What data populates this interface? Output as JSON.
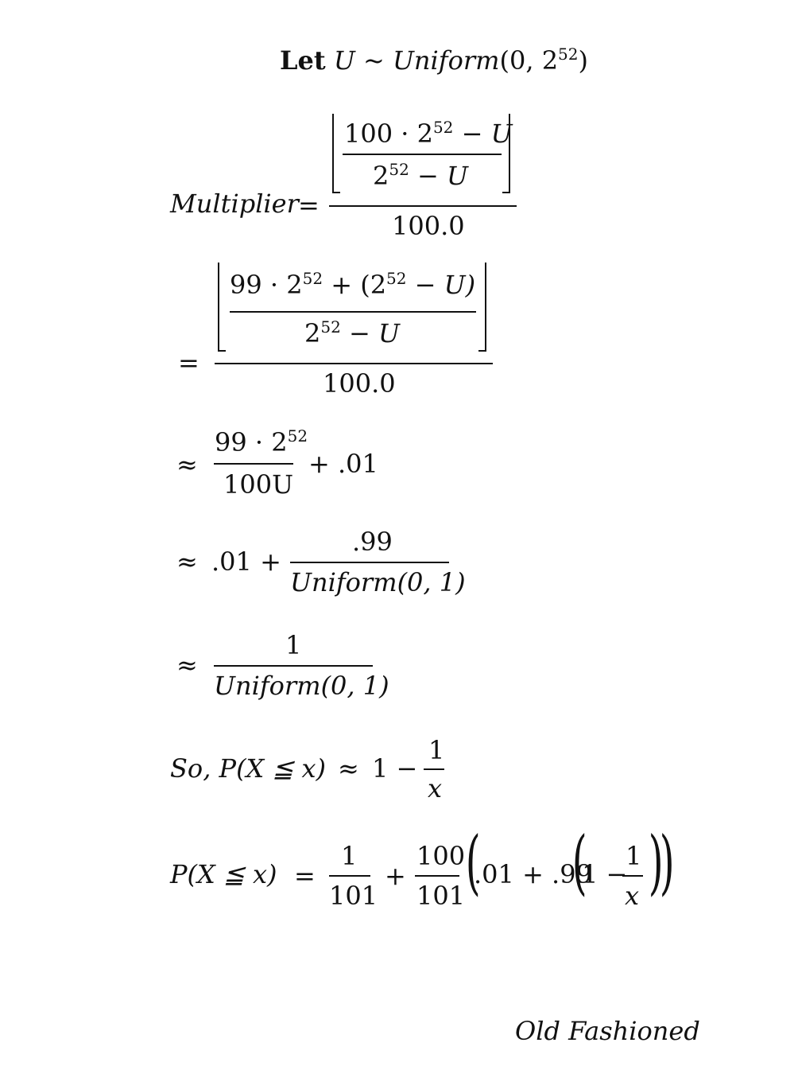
{
  "intro": {
    "let": "Let",
    "var": "U",
    "tilde": "~",
    "dist": "Uniform",
    "open": "(0, 2",
    "exp": "52",
    "close": ")"
  },
  "eq1": {
    "lhs": "Multiplier",
    "eq": "=",
    "num_a": "100 · 2",
    "num_exp": "52",
    "num_b": "−  U",
    "den_a": "2",
    "den_exp": "52",
    "den_b": "−  U",
    "divisor": "100.0"
  },
  "eq2": {
    "eq": "=",
    "num_a": "99 · 2",
    "num_exp": "52",
    "num_b": "+  (2",
    "num_exp2": "52",
    "num_c": "−  U)",
    "den_a": "2",
    "den_exp": "52",
    "den_b": "−  U",
    "divisor": "100.0"
  },
  "eq3": {
    "rel": "≈",
    "num_a": "99 · 2",
    "num_exp": "52",
    "den": "100U",
    "tail": "+  .01"
  },
  "eq4": {
    "rel": "≈",
    "head": ".01  +",
    "num": ".99",
    "den": "Uniform(0, 1)"
  },
  "eq5": {
    "rel": "≈",
    "num": "1",
    "den": "Uniform(0, 1)"
  },
  "eq6": {
    "lhs": "So,  P(X  ≦ x)",
    "rel": "≈",
    "mid": "1  −",
    "num": "1",
    "den": "x"
  },
  "eq7": {
    "lhs": "P(X  ≦ x)",
    "eq": "=",
    "f1_num": "1",
    "f1_den": "101",
    "plus": "+",
    "f2_num": "100",
    "f2_den": "101",
    "inner": ".01 + .99",
    "one_minus": "1 −",
    "f3_num": "1",
    "f3_den": "x"
  },
  "signature": "Old Fashioned"
}
